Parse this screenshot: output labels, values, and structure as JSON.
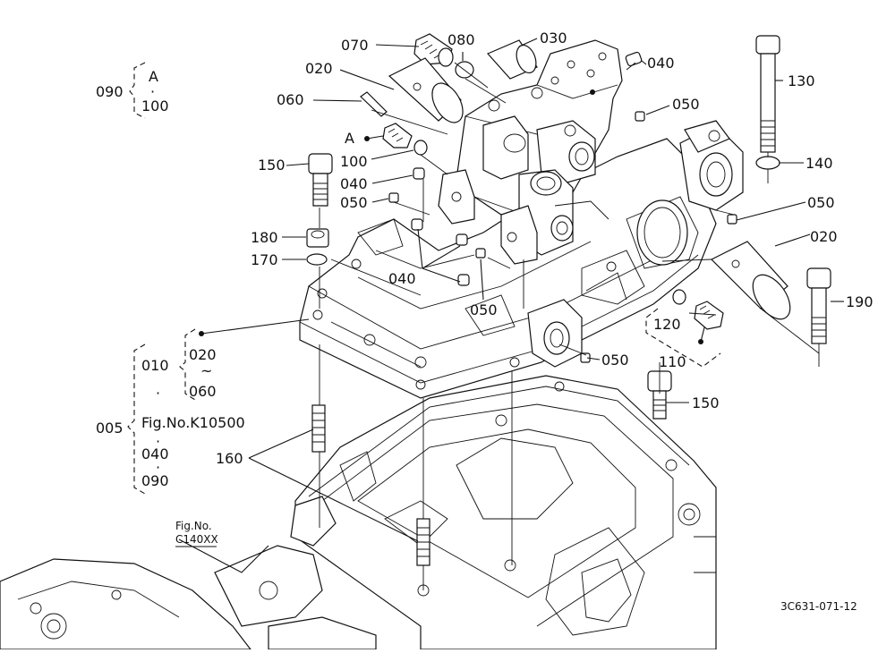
{
  "callouts": {
    "p005": "005",
    "p010": "010",
    "p020a": "020",
    "p020b": "020",
    "p020c": "020",
    "p030": "030",
    "p040a": "040",
    "p040b": "040",
    "p040c": "040",
    "p040d": "040",
    "p050a": "050",
    "p050b": "050",
    "p050c": "050",
    "p050d": "050",
    "p050e": "050",
    "p060a": "060",
    "p060b": "060",
    "p070": "070",
    "p080": "080",
    "p090a": "090",
    "p090b": "090",
    "p100a": "100",
    "p100b": "100",
    "p110": "110",
    "p120": "120",
    "p130": "130",
    "p140": "140",
    "p150a": "150",
    "p150b": "150",
    "p160": "160",
    "p170": "170",
    "p180": "180",
    "p190": "190"
  },
  "markers": {
    "a_top": "A",
    "a_mid": "A",
    "tilde": "~",
    "dot": "·"
  },
  "references": {
    "fig_k": "Fig.No.K10500",
    "fig_c_line1": "Fig.No.",
    "fig_c_line2": "C140XX"
  },
  "drawing_id": "3C631-071-12"
}
